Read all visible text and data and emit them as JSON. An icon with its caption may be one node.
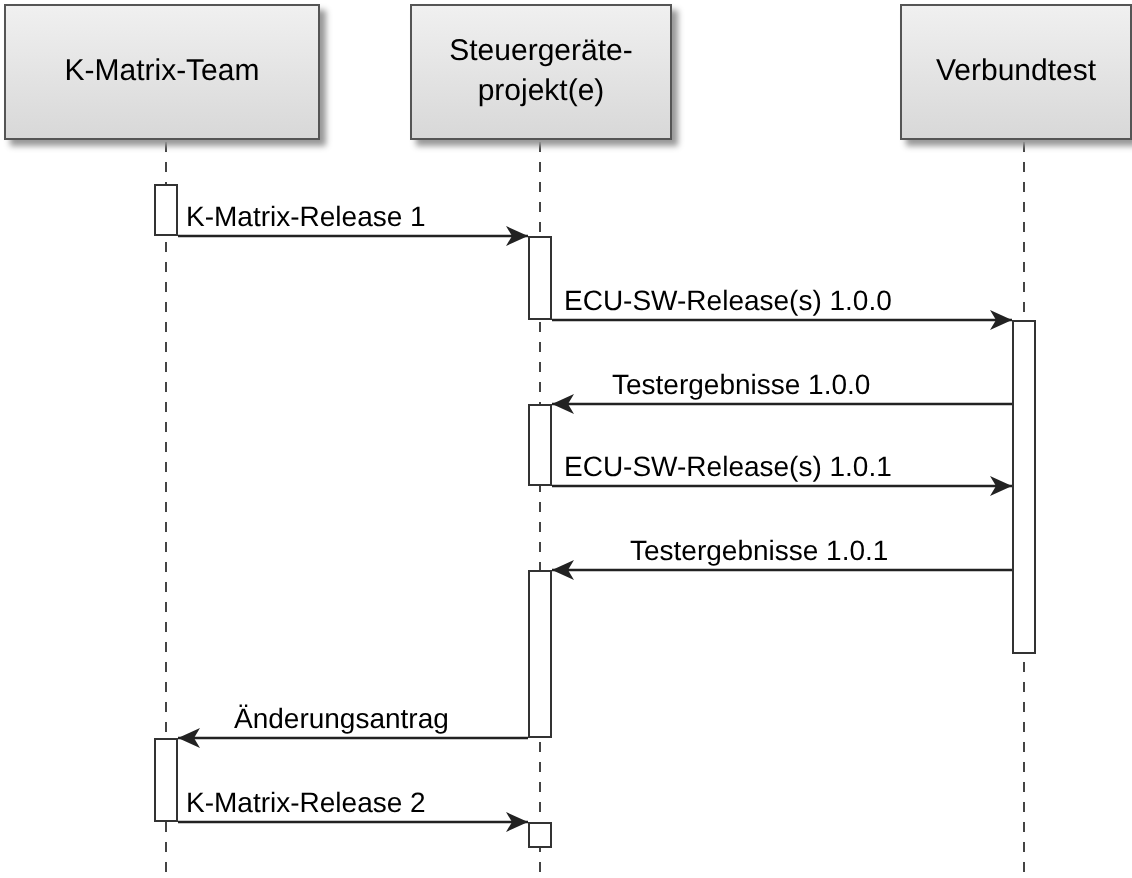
{
  "diagram": {
    "nodes": [
      {
        "text": [
          "K-Matrix-Team"
        ]
      },
      {
        "text": [
          "Steuergeräte- projekt(e)"
        ]
      },
      {
        "text": [
          "Verbundtest"
        ]
      },
      {
        "text": [],
        "shape": "bar"
      },
      {
        "text": [],
        "shape": "bar"
      },
      {
        "text": [],
        "shape": "bar"
      },
      {
        "text": [],
        "shape": "bar"
      },
      {
        "text": [],
        "shape": "bar"
      },
      {
        "text": [],
        "shape": "bar"
      },
      {
        "text": [],
        "shape": "bar"
      }
    ],
    "edges": [
      {
        "from": 3,
        "to": 4,
        "arrow": "to",
        "label": "K-Matrix-Release 1"
      },
      {
        "from": 4,
        "to": 5,
        "arrow": "to",
        "label": "ECU-SW-Release(s) 1.0.0"
      },
      {
        "from": 5,
        "to": 6,
        "arrow": "to",
        "label": "Testergebnisse 1.0.0"
      },
      {
        "from": 6,
        "to": 5,
        "arrow": "to",
        "label": "ECU-SW-Release(s) 1.0.1"
      },
      {
        "from": 5,
        "to": 7,
        "arrow": "to",
        "label": "Testergebnisse 1.0.1"
      },
      {
        "from": 7,
        "to": 8,
        "arrow": "to",
        "label": "Änderungsantrag"
      },
      {
        "from": 8,
        "to": 9,
        "arrow": "to",
        "label": "K-Matrix-Release 2"
      }
    ]
  }
}
